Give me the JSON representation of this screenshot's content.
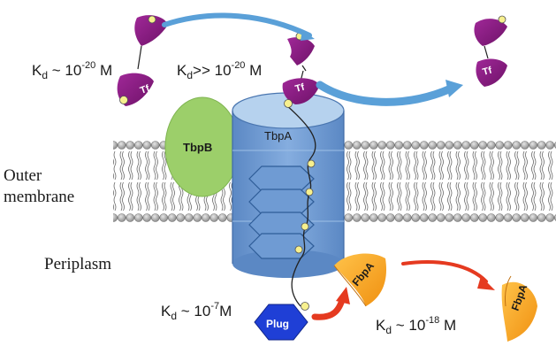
{
  "labels": {
    "kd_tf_high": {
      "k": "K",
      "sub": "d",
      "pre": " ~ 10",
      "sup": "-20",
      "post": " M"
    },
    "kd_tf_low": {
      "k": "K",
      "sub": "d",
      "pre": ">> 10",
      "sup": "-20",
      "post": " M"
    },
    "kd_plug": {
      "k": "K",
      "sub": "d",
      "pre": " ~ 10",
      "sup": "-7",
      "post": "M"
    },
    "kd_fbpa": {
      "k": "K",
      "sub": "d",
      "pre": " ~ 10",
      "sup": "-18",
      "post": " M"
    },
    "outer_membrane_line1": "Outer",
    "outer_membrane_line2": "membrane",
    "periplasm": "Periplasm",
    "tf": "Tf",
    "tbpb": "TbpB",
    "tbpa": "TbpA",
    "fbpa": "FbpA",
    "plug": "Plug"
  },
  "colors": {
    "tf_purple": "#8b1a86",
    "iron_yellow": "#f7f08e",
    "tbpb_green": "#9ccf6a",
    "tbpa_blue": "#6f9bd3",
    "fbpa_orange": "#f5a623",
    "plug_blue": "#1f3fd6",
    "arrow_blue": "#5aa0d8",
    "arrow_red": "#e53a20"
  }
}
